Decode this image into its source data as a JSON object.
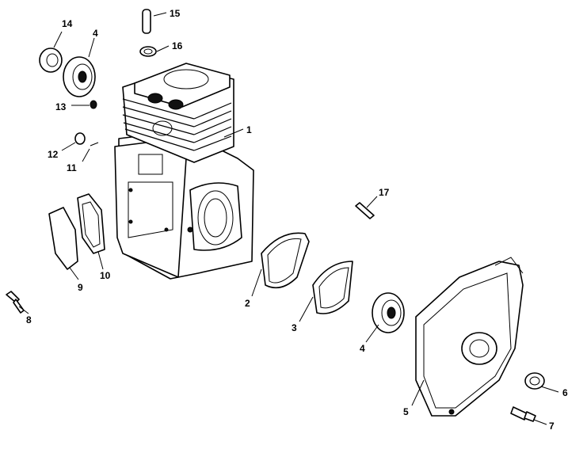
{
  "diagram": {
    "callouts": [
      {
        "id": "c1",
        "label": "1"
      },
      {
        "id": "c2",
        "label": "2"
      },
      {
        "id": "c3",
        "label": "3"
      },
      {
        "id": "c4a",
        "label": "4"
      },
      {
        "id": "c4b",
        "label": "4"
      },
      {
        "id": "c5",
        "label": "5"
      },
      {
        "id": "c6",
        "label": "6"
      },
      {
        "id": "c7",
        "label": "7"
      },
      {
        "id": "c8",
        "label": "8"
      },
      {
        "id": "c9",
        "label": "9"
      },
      {
        "id": "c10",
        "label": "10"
      },
      {
        "id": "c11",
        "label": "11"
      },
      {
        "id": "c12",
        "label": "12"
      },
      {
        "id": "c13",
        "label": "13"
      },
      {
        "id": "c14",
        "label": "14"
      },
      {
        "id": "c15",
        "label": "15"
      },
      {
        "id": "c16",
        "label": "16"
      },
      {
        "id": "c17",
        "label": "17"
      }
    ]
  }
}
